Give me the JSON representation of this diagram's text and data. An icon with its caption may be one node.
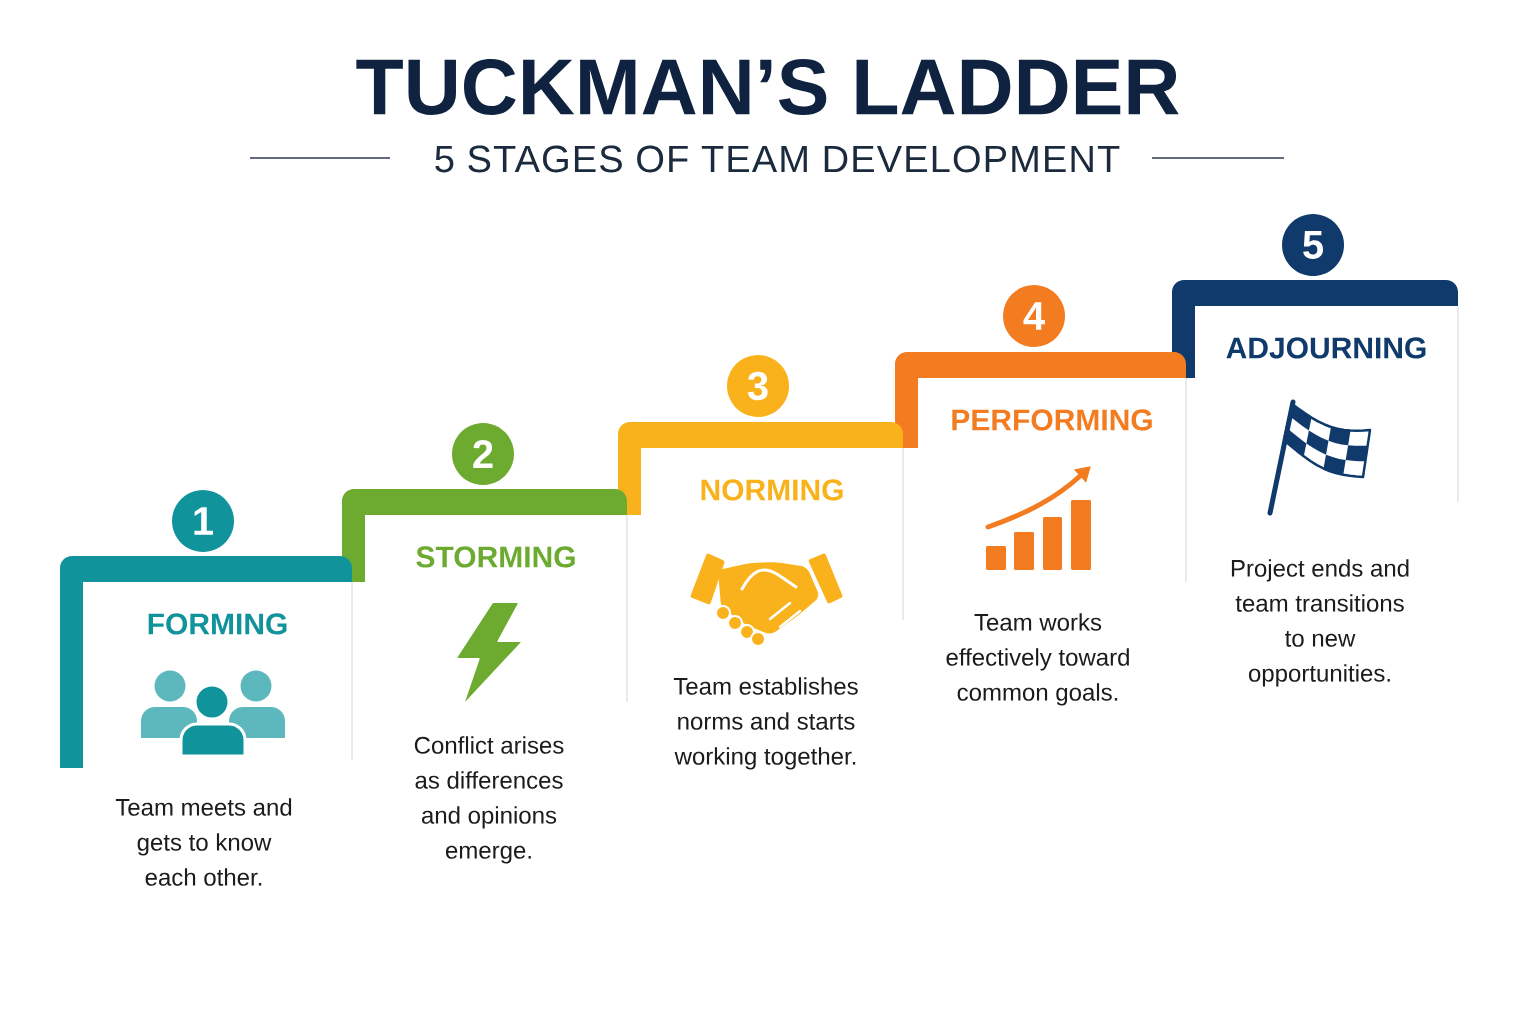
{
  "diagram": {
    "title": "TUCKMAN’S LADDER",
    "nodes": [
      {
        "text": [
          "1"
        ]
      },
      {
        "text": [
          "FORMING",
          "Team meets and gets to know each other."
        ]
      },
      {
        "text": [
          "2"
        ]
      },
      {
        "text": [
          "STORMING",
          "Conflict arises as differences and opinions emerge."
        ]
      },
      {
        "text": [
          "3"
        ]
      },
      {
        "text": [
          "NORMING",
          "Team establishes norms and starts working together."
        ]
      },
      {
        "text": [
          "4"
        ]
      },
      {
        "text": [
          "PERFORMING",
          "Team works effectively toward common goals."
        ]
      },
      {
        "text": [
          "5"
        ]
      },
      {
        "text": [
          "ADJOURNING",
          "Project ends and team transitions to new opportunities."
        ]
      }
    ],
    "labels": [
      "5 STAGES OF TEAM DEVELOPMENT"
    ]
  }
}
